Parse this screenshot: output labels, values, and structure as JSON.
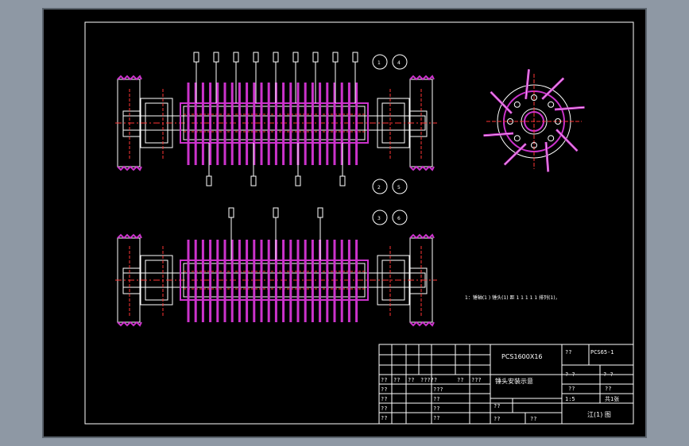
{
  "colors": {
    "background": "#8e98a4",
    "sheet": "#000000",
    "line": "#ffffff",
    "part": "#cc33cc",
    "centerline": "#ff3333",
    "highlight": "#ffff66"
  },
  "balloons_top": [
    "1",
    "4"
  ],
  "balloons_mid": [
    "2",
    "5"
  ],
  "balloons_bot": [
    "3",
    "6"
  ],
  "note_text": "1：锤轴(1 ) 锤头(1) 距 1 1 1 1 1 排列(1)，",
  "title_block": {
    "model": "PCS1600X16",
    "drawing_name": "锤头安装示意",
    "drawing_no": "PCS65-1",
    "ratio_value": "1:5",
    "sheet_label": "共1张",
    "company": "江(1) 图",
    "q2": "??",
    "q3": "???",
    "q4": "????",
    "q5": "?????",
    "qs1": "?",
    "qs2": "? ?"
  }
}
